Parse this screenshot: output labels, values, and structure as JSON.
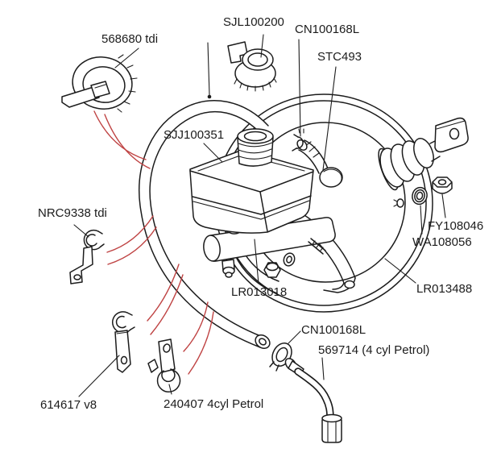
{
  "diagram": {
    "description": "Exploded parts diagram of brake servo, master cylinder, reservoir and fittings",
    "labels": {
      "cable_tie": "568680 tdi",
      "reservoir_cap": "SJL100200",
      "clip_top": "CN100168L",
      "connector": "STC493",
      "reservoir": "SJJ100351",
      "bracket_tdi": "NRC9338 tdi",
      "master_cylinder": "LR013018",
      "nut": "FY108046",
      "washer": "WA108056",
      "servo": "LR013488",
      "clip_bottom": "CN100168L",
      "petrol_pipe": "569714 (4 cyl Petrol)",
      "bracket_v8": "614617 v8",
      "bracket_petrol": "240407 4cyl Petrol"
    },
    "colors": {
      "line": "#1c1c1c",
      "leader_red": "#bf4343",
      "background": "#ffffff"
    }
  }
}
